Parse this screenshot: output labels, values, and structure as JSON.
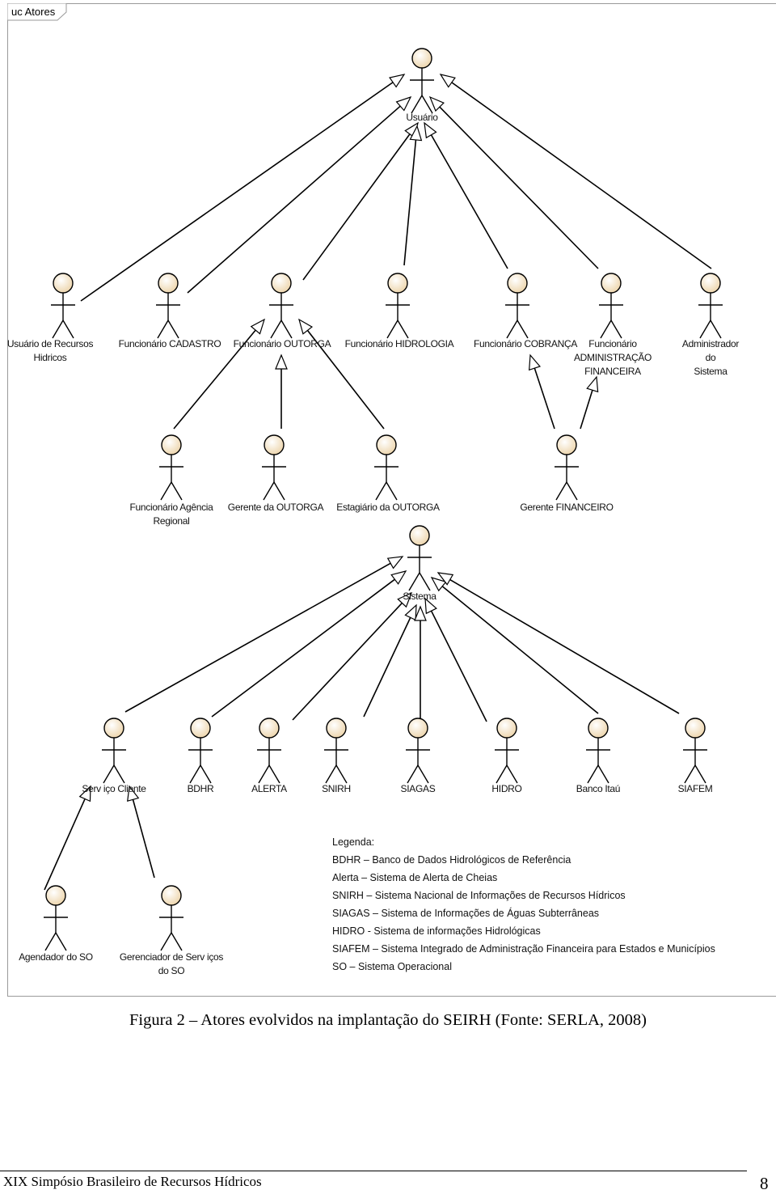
{
  "diagram_tab": "uc Atores",
  "actors": {
    "usuario": "Usuário",
    "usuario_recursos_hidricos": "Usuário de Recursos\nHidricos",
    "funcionario_cadastro": "Funcionário CADASTRO",
    "funcionario_outorga": "Funcionário OUTORGA",
    "funcionario_hidrologia": "Funcionário HIDROLOGIA",
    "funcionario_cobranca": "Funcionário COBRANÇA",
    "funcionario_adm_financeira": "Funcionário\nADMINISTRAÇÃO\nFINANCEIRA",
    "administrador_sistema": "Administrador do\nSistema",
    "funcionario_agencia_regional": "Funcionário Agência\nRegional",
    "gerente_outorga": "Gerente da OUTORGA",
    "estagiario_outorga": "Estagiário da OUTORGA",
    "gerente_financeiro": "Gerente FINANCEIRO",
    "sistema": "Sistema",
    "servico_cliente": "Serv iço Cliente",
    "bdhr": "BDHR",
    "alerta": "ALERTA",
    "snirh": "SNIRH",
    "siagas": "SIAGAS",
    "hidro": "HIDRO",
    "banco_itau": "Banco Itaú",
    "siafem": "SIAFEM",
    "agendador_so": "Agendador do SO",
    "gerenciador_servicos_so": "Gerenciador de Serv iços\ndo SO"
  },
  "legend": {
    "title": "Legenda:",
    "items": [
      "BDHR – Banco de Dados Hidrológicos de Referência",
      "Alerta – Sistema de Alerta de Cheias",
      "SNIRH – Sistema Nacional de Informações de Recursos Hídricos",
      "SIAGAS – Sistema de Informações de Águas Subterrâneas",
      "HIDRO - Sistema de informações Hidrológicas",
      "SIAFEM – Sistema Integrado de Administração Financeira para Estados e Municípios",
      "SO – Sistema Operacional"
    ]
  },
  "caption": "Figura 2 – Atores evolvidos na implantação do SEIRH (Fonte: SERLA, 2008)",
  "footer": {
    "left": "XIX Simpósio Brasileiro de Recursos Hídricos",
    "page_number": "8"
  },
  "colors": {
    "actor_head_fill": "#f7e6c6",
    "line": "#000000",
    "arrowhead_fill": "#ffffff"
  }
}
